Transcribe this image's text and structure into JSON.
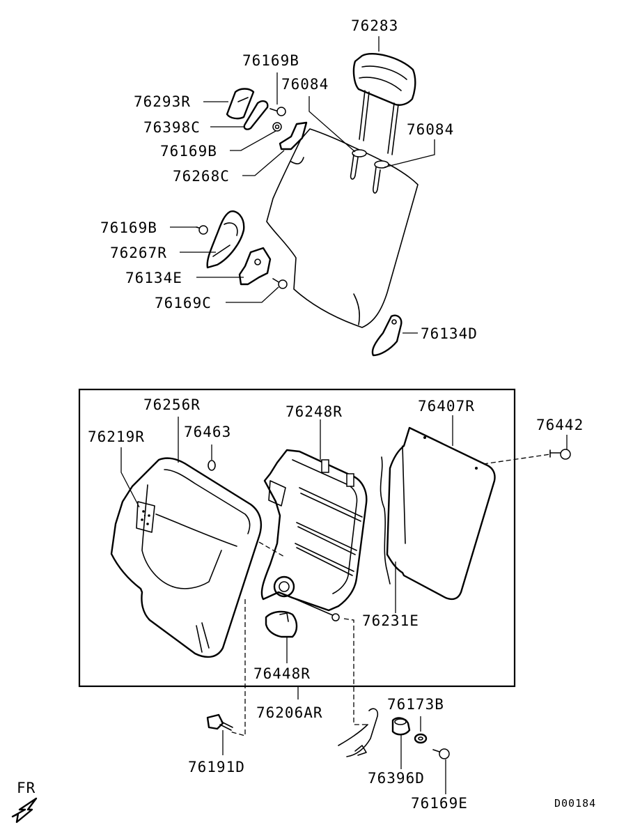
{
  "diagram_code": "D00184",
  "direction_label": "FR",
  "parts": {
    "p76283": "76283",
    "p76169B_a": "76169B",
    "p76084_a": "76084",
    "p76293R": "76293R",
    "p76398C": "76398C",
    "p76084_b": "76084",
    "p76169B_b": "76169B",
    "p76268C": "76268C",
    "p76169B_c": "76169B",
    "p76267R": "76267R",
    "p76134E": "76134E",
    "p76169C": "76169C",
    "p76134D": "76134D",
    "p76256R": "76256R",
    "p76248R": "76248R",
    "p76407R": "76407R",
    "p76442": "76442",
    "p76219R": "76219R",
    "p76463": "76463",
    "p76231E": "76231E",
    "p76448R": "76448R",
    "p76206AR": "76206AR",
    "p76173B": "76173B",
    "p76396D": "76396D",
    "p76191D": "76191D",
    "p76169E": "76169E"
  }
}
